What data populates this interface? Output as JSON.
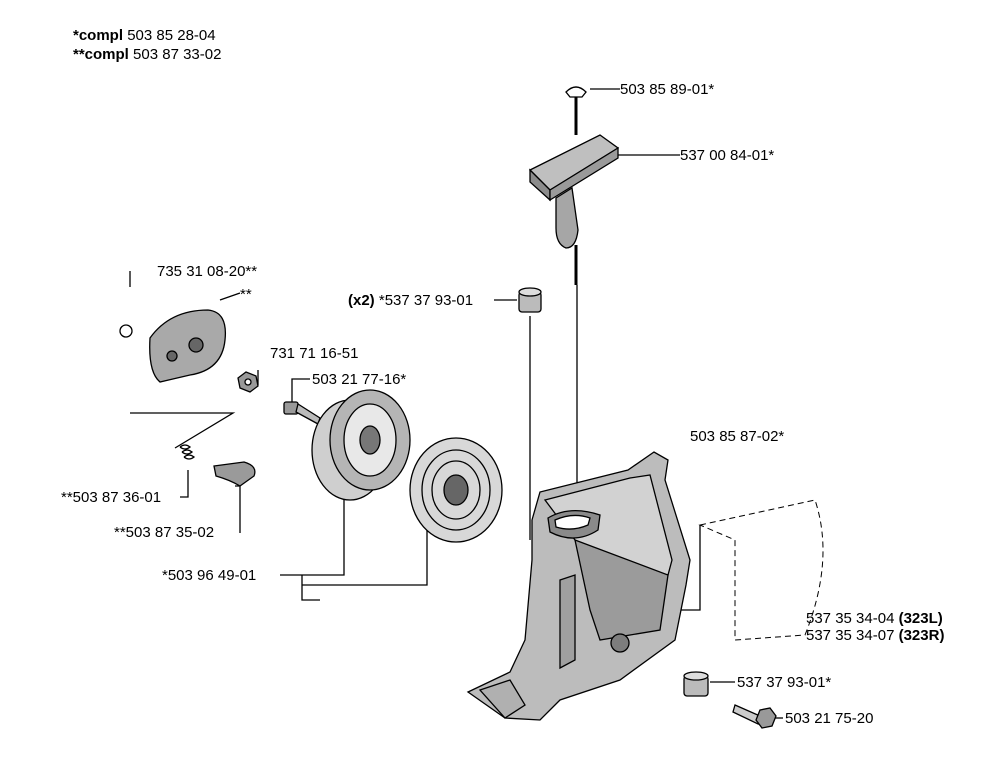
{
  "header": {
    "line1_prefix": "*compl",
    "line1_number": "503 85 28-04",
    "line2_prefix": "**compl",
    "line2_number": "503 87 33-02"
  },
  "labels": {
    "p_503858901": "503 85 89-01*",
    "p_537008401": "537 00 84-01*",
    "p_735310820": "735 31 08-20**",
    "p_starstar": "**",
    "p_731711651": "731 71 16-51",
    "p_503217716": "503 21 77-16*",
    "x2_prefix": "(x2)",
    "p_537379301_x2": "*537 37 93-01",
    "p_503858702": "503 85 87-02*",
    "p_503873601": "**503 87 36-01",
    "p_503873502": "**503 87 35-02",
    "p_503964901": "*503 96 49-01",
    "p_537353404": "537 35 34-04",
    "p_537353404_model": "(323L)",
    "p_537353407": "537 35 34-07",
    "p_537353407_model": "(323R)",
    "p_537379301": "537 37 93-01*",
    "p_503217520": "503 21 75-20"
  }
}
